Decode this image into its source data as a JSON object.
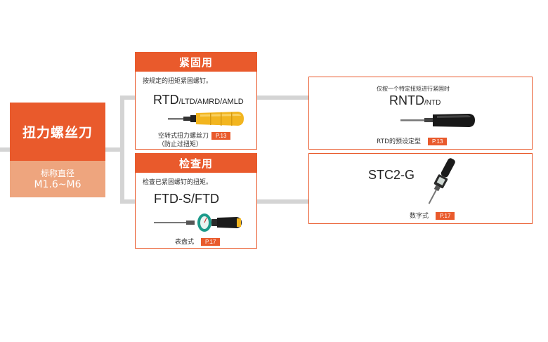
{
  "root": {
    "title": "扭力螺丝刀",
    "sub_label": "标称直径",
    "sub_value": "M1.6~M6"
  },
  "fastening": {
    "header": "紧固用",
    "description": "按规定的扭矩紧固螺钉。",
    "model_main": "RTD",
    "model_rest": "/LTD/AMRD/AMLD",
    "caption_line1": "空转式扭力螺丝刀",
    "caption_line2": "（防止过扭矩）",
    "page": "P.13"
  },
  "inspection": {
    "header": "检查用",
    "description": "检查已紧固螺钉的扭矩。",
    "model": "FTD-S/FTD",
    "caption": "表盘式",
    "page": "P.17"
  },
  "rntd": {
    "description": "仅按一个特定扭矩进行紧固时",
    "model_main": "RNTD",
    "model_rest": "/NTD",
    "caption": "RTD的预设定型",
    "page": "P.13"
  },
  "stc": {
    "model": "STC2-G",
    "caption": "数字式",
    "page": "P.17"
  },
  "colors": {
    "accent": "#e95a2c",
    "accent_light": "#eea57e",
    "connector": "#d4d4d4"
  }
}
